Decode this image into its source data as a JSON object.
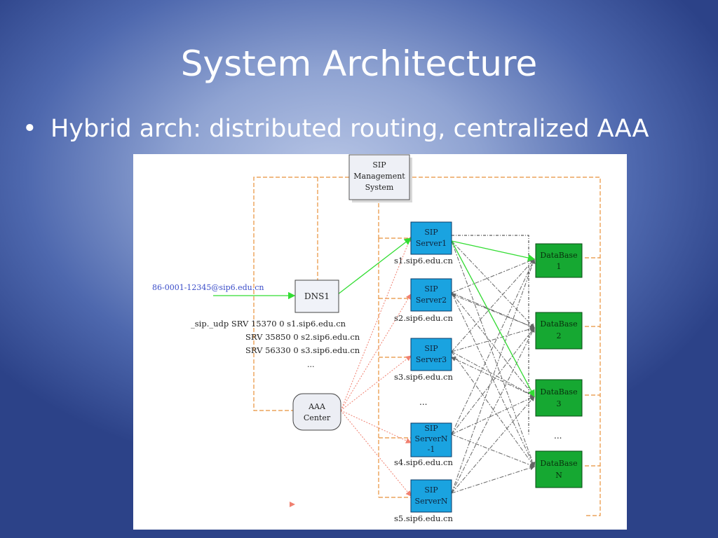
{
  "slide": {
    "title": "System Architecture",
    "bullet": "Hybrid arch: distributed routing, centralized AAA"
  },
  "diagram": {
    "management": [
      "SIP",
      "Management",
      "System"
    ],
    "dns": "DNS1",
    "aaa": [
      "AAA",
      "Center"
    ],
    "sip_uri": "86-0001-12345@sip6.edu.cn",
    "srv_records": [
      "_sip._udp SRV 15370 0 s1.sip6.edu.cn",
      "SRV 35850 0 s2.sip6.edu.cn",
      "SRV 56330 0 s3.sip6.edu.cn",
      "..."
    ],
    "servers": [
      {
        "lines": [
          "SIP",
          "Server1"
        ],
        "host": "s1.sip6.edu.cn"
      },
      {
        "lines": [
          "SIP",
          "Server2"
        ],
        "host": "s2.sip6.edu.cn"
      },
      {
        "lines": [
          "SIP",
          "Server3"
        ],
        "host": "s3.sip6.edu.cn"
      },
      {
        "lines": [
          "SIP",
          "ServerN",
          "-1"
        ],
        "host": "s4.sip6.edu.cn"
      },
      {
        "lines": [
          "SIP",
          "ServerN"
        ],
        "host": "s5.sip6.edu.cn"
      }
    ],
    "server_ellipsis": "...",
    "databases": [
      {
        "lines": [
          "DataBase",
          "1"
        ]
      },
      {
        "lines": [
          "DataBase",
          "2"
        ]
      },
      {
        "lines": [
          "DataBase",
          "3"
        ]
      },
      {
        "lines": [
          "DataBase",
          "N"
        ]
      }
    ],
    "db_ellipsis": "...",
    "colors": {
      "server_fill": "#1aa3e0",
      "db_fill": "#16a832",
      "routing_line": "#33dd33",
      "aaa_line": "#f08070",
      "mgmt_line": "#e8913a",
      "replication_line": "#555555",
      "uri_text": "#3a4cc8"
    }
  }
}
